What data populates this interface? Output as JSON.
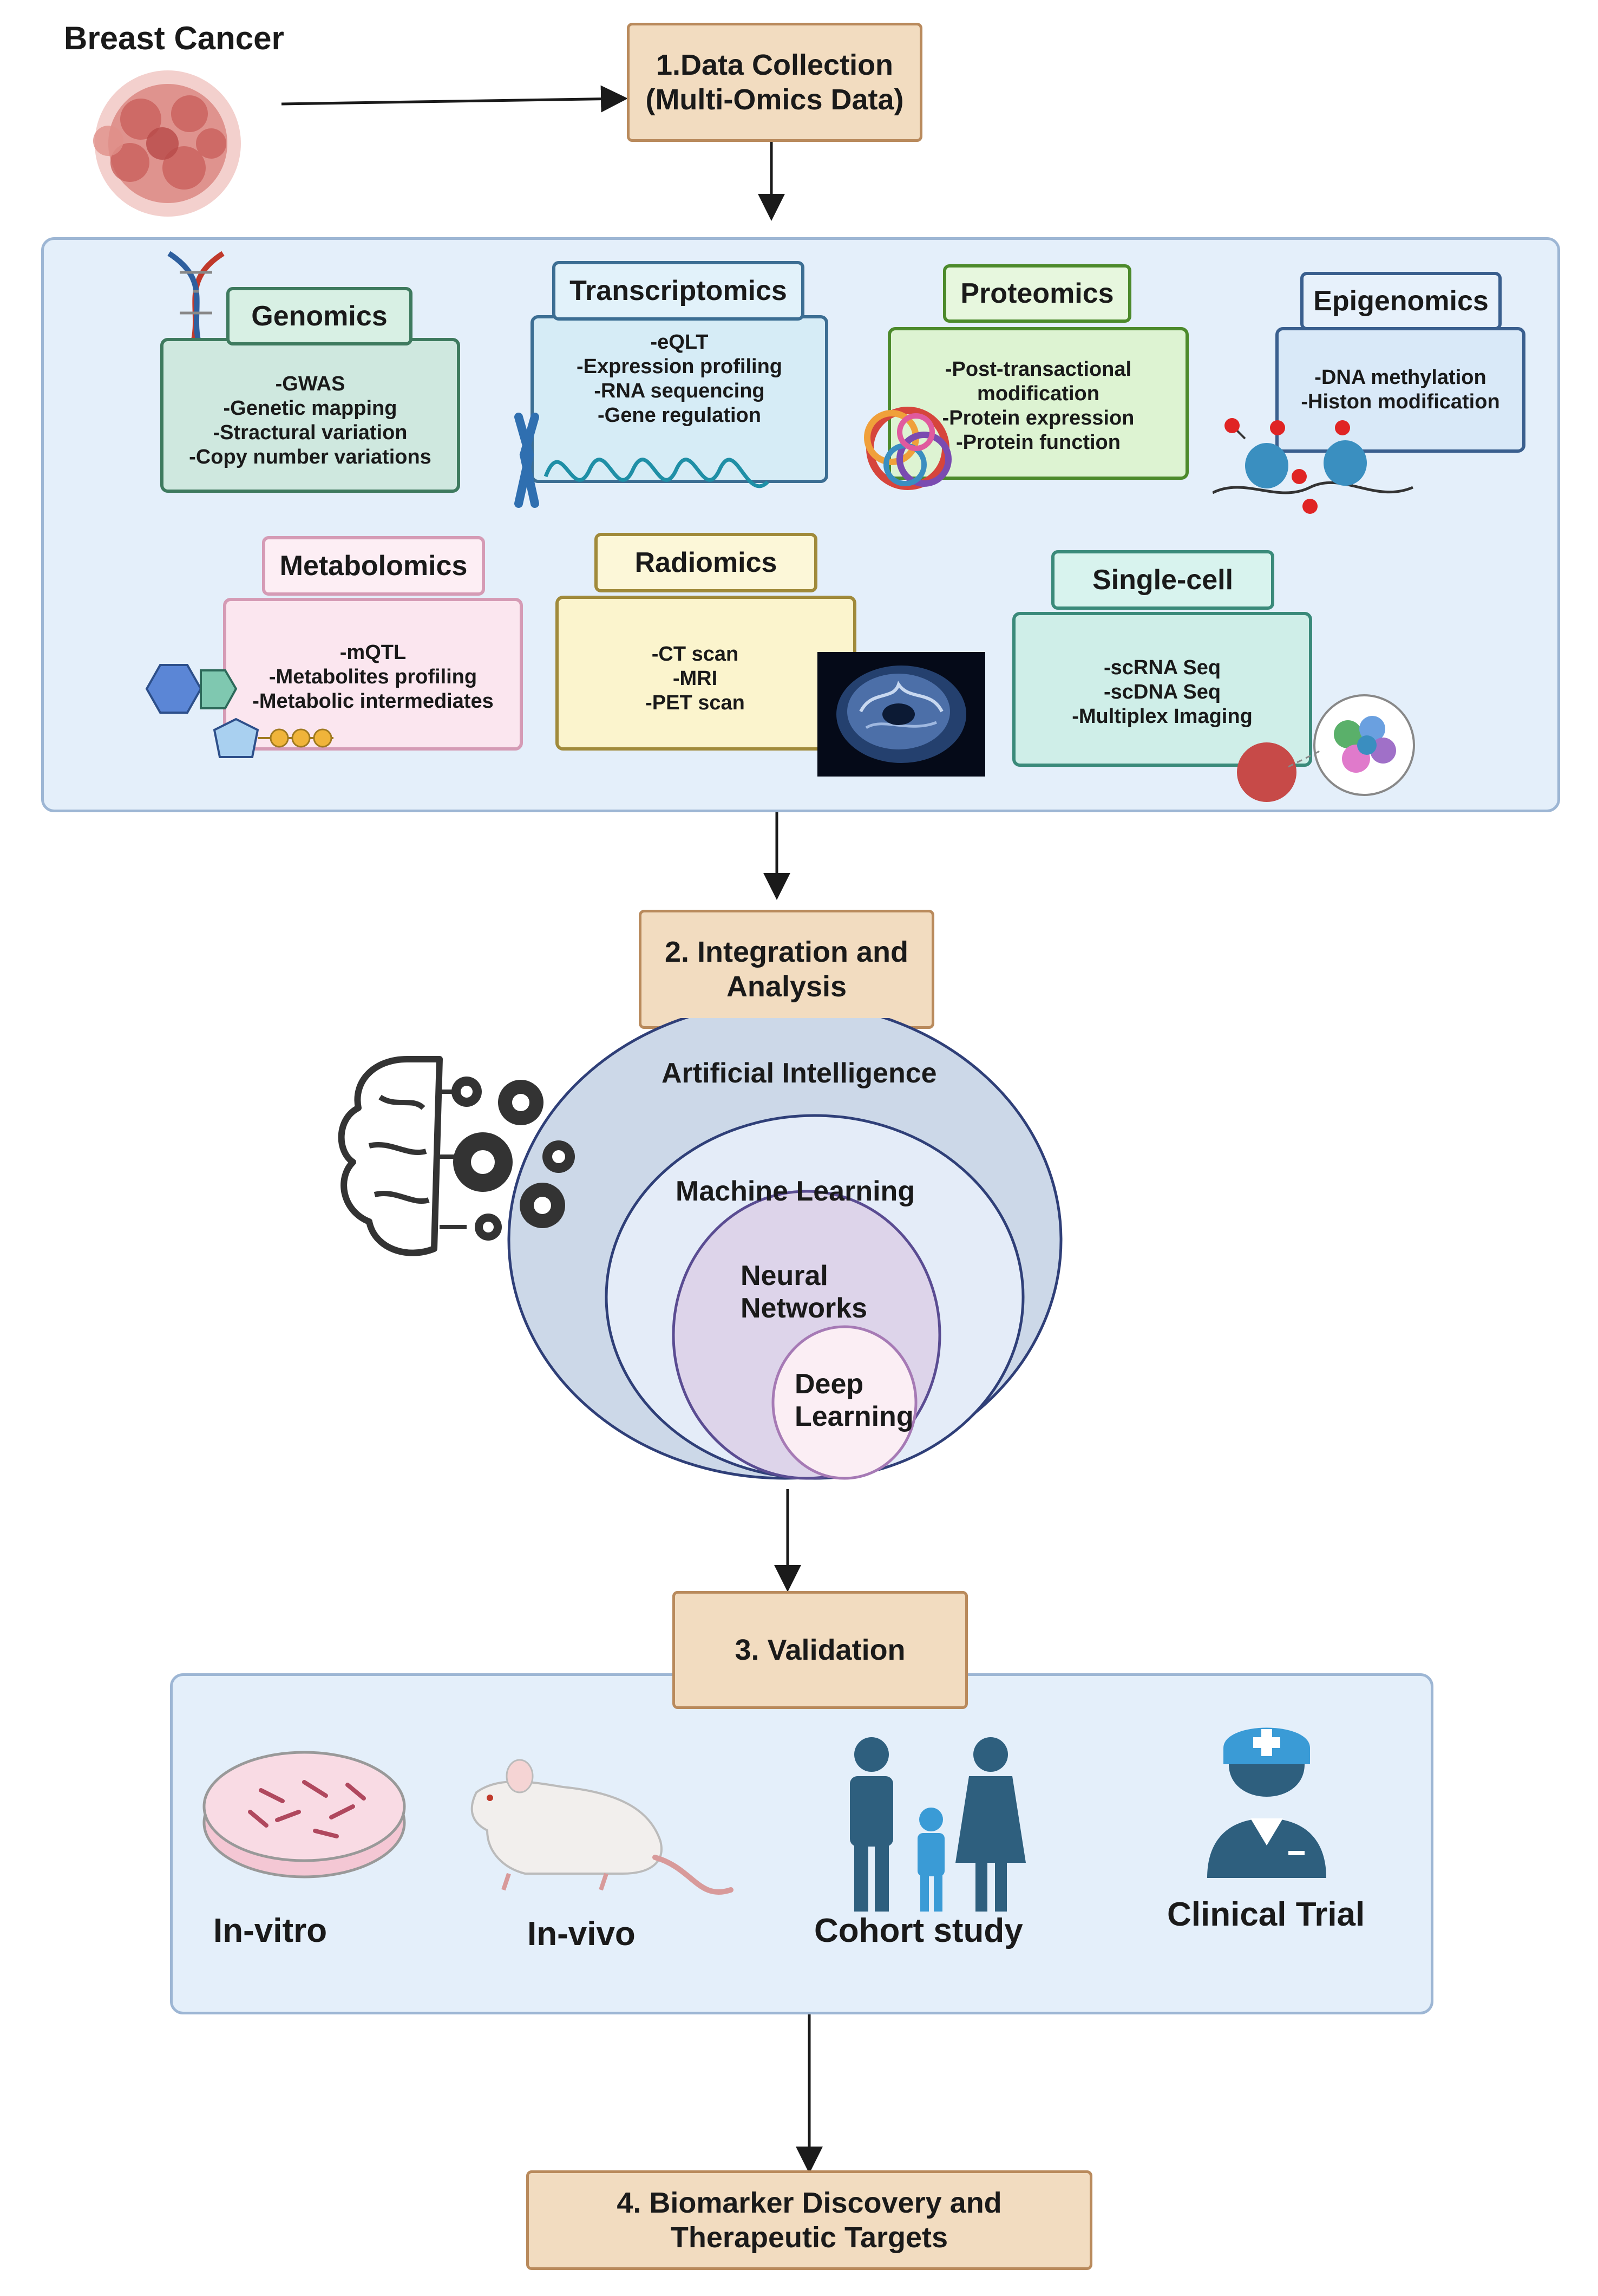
{
  "top": {
    "label": "Breast Cancer"
  },
  "step1": {
    "line1": "1.Data Collection",
    "line2": "(Multi-Omics Data)"
  },
  "omics": {
    "genomics": {
      "title": "Genomics",
      "items": [
        "-GWAS",
        "-Genetic mapping",
        "-Stractural variation",
        "-Copy number variations"
      ]
    },
    "transcriptomics": {
      "title": "Transcriptomics",
      "items": [
        "-eQLT",
        "-Expression profiling",
        "-RNA sequencing",
        "-Gene regulation"
      ]
    },
    "proteomics": {
      "title": "Proteomics",
      "items": [
        "-Post-transactional",
        "modification",
        "-Protein expression",
        "-Protein function"
      ]
    },
    "epigenomics": {
      "title": "Epigenomics",
      "items": [
        "-DNA methylation",
        "-Histon modification"
      ]
    },
    "metabolomics": {
      "title": "Metabolomics",
      "items": [
        "-mQTL",
        "-Metabolites profiling",
        "-Metabolic intermediates"
      ]
    },
    "radiomics": {
      "title": "Radiomics",
      "items": [
        "-CT scan",
        "-MRI",
        "-PET scan"
      ]
    },
    "singlecell": {
      "title": "Single-cell",
      "items": [
        "-scRNA Seq",
        "-scDNA Seq",
        "-Multiplex Imaging"
      ]
    }
  },
  "step2": {
    "line1": "2. Integration and",
    "line2": "Analysis"
  },
  "ai": {
    "artificial_intelligence": "Artificial Intelligence",
    "machine_learning": "Machine Learning",
    "neural_1": "Neural",
    "neural_2": "Networks",
    "deep_1": "Deep",
    "deep_2": "Learning"
  },
  "step3": {
    "label": "3. Validation"
  },
  "validation": {
    "in_vitro": "In-vitro",
    "in_vivo": "In-vivo",
    "cohort": "Cohort study",
    "clinical": "Clinical Trial"
  },
  "step4": {
    "line1": "4. Biomarker Discovery and",
    "line2": "Therapeutic Targets"
  },
  "colors": {
    "step_fill": "#f2dcc0",
    "step_border": "#b98a5c",
    "panel_fill": "#e4effa",
    "people_blue": "#2e5f7e"
  }
}
